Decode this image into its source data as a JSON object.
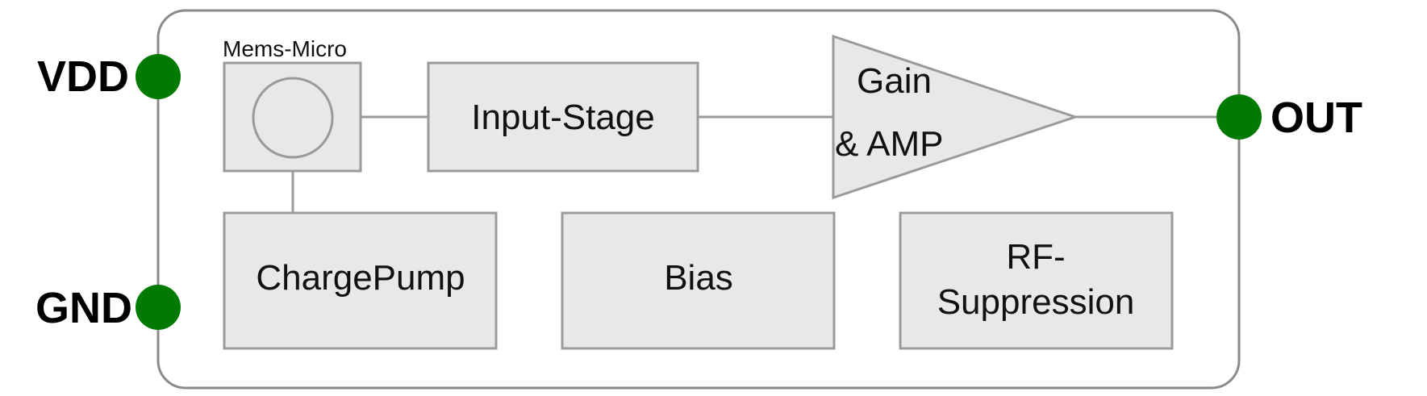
{
  "diagram": {
    "pins": {
      "vdd": "VDD",
      "gnd": "GND",
      "out": "OUT"
    },
    "blocks": {
      "mems_label": "Mems-Micro",
      "input_stage": "Input-Stage",
      "gain_line1": "Gain",
      "gain_line2": "& AMP",
      "charge_pump": "ChargePump",
      "bias": "Bias",
      "rf_line1": "RF-",
      "rf_line2": "Suppression"
    },
    "colors": {
      "pin": "#007a00",
      "block_fill": "#e8e8e8",
      "block_stroke": "#9a9a9a"
    }
  }
}
